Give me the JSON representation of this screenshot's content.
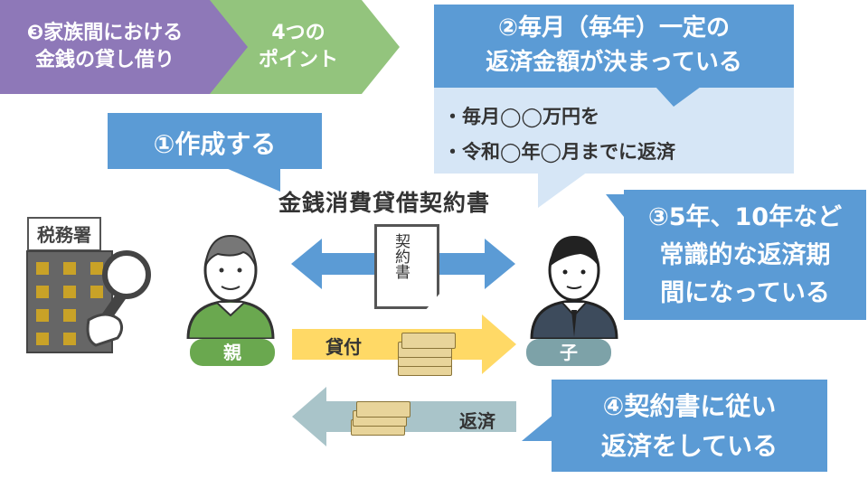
{
  "header": {
    "topic": "❸家族間における\n金銭の貸し借り",
    "points": "4つの\nポイント"
  },
  "bubbles": {
    "create": "①作成する",
    "fixed_amount": "②毎月（毎年）一定の\n返済金額が決まっている",
    "detail_line1": "・毎月◯◯万円を",
    "detail_line2": "・令和◯年◯月までに返済",
    "period": "③5年、10年など\n常識的な返済期\n間になっている",
    "repay": "④契約書に従い\n返済をしている"
  },
  "diagram": {
    "contract_title": "金銭消費貸借契約書",
    "document_label": "契約書",
    "tax_office": "税務署",
    "parent_label": "親",
    "child_label": "子",
    "loan_label": "貸付",
    "repay_label": "返済"
  },
  "colors": {
    "purple": "#8e78b8",
    "green": "#93c47d",
    "blue": "#5b9bd5",
    "light_blue": "#d6e6f6",
    "yellow": "#ffd966",
    "teal": "#a9c4c9"
  }
}
